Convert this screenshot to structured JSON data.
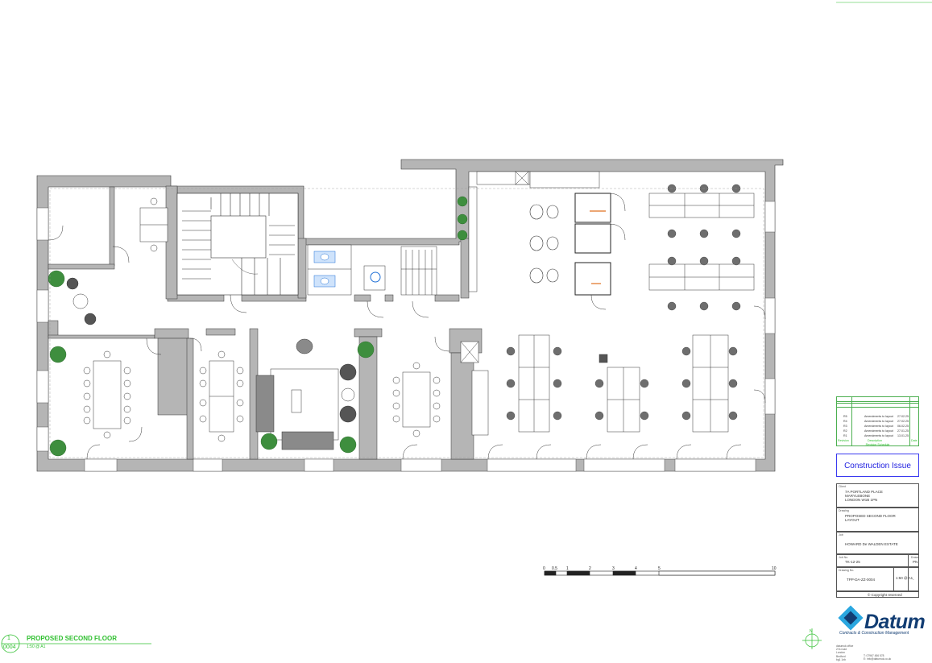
{
  "drawing": {
    "view_number": "1",
    "sheet_ref": "0004",
    "view_title": "PROPOSED SECOND FLOOR",
    "view_scale": "1:50 @ A1"
  },
  "scale_bar": {
    "ticks": [
      "0",
      "0.5",
      "1",
      "2",
      "3",
      "4",
      "5",
      "10"
    ]
  },
  "revisions": {
    "rows": [
      {
        "rev": "R5",
        "desc": "Amendments to layout",
        "date": "27.02.25"
      },
      {
        "rev": "R4",
        "desc": "Amendments to layout",
        "date": "27.02.25"
      },
      {
        "rev": "R3",
        "desc": "Amendments to layout",
        "date": "06.02.25"
      },
      {
        "rev": "R2",
        "desc": "Amendments to layout",
        "date": "27.01.25"
      },
      {
        "rev": "R1",
        "desc": "Amendments to layout",
        "date": "13.01.25"
      }
    ],
    "header": {
      "rev": "Revision",
      "desc": "Description",
      "date": "Date"
    },
    "title": "Revision Schedule"
  },
  "status": "Construction Issue",
  "title_block": {
    "client_label": "Client",
    "address_lines": [
      "7A PORTLAND PLACE",
      "MARYLEBONE",
      "LONDON W1B 1PN"
    ],
    "drawing_label": "Drawing",
    "drawing_title_lines": [
      "PROPOSED SECOND FLOOR",
      "LAYOUT"
    ],
    "project_label": "Job",
    "project": "HOWARD De WALDEN ESTATE",
    "job_no_label": "Job No.",
    "job_no": "TK-12-25",
    "drawn_label": "Drawn",
    "drawn": "PN",
    "drawing_no_label": "Drawing No.",
    "drawing_no": "TPP-DA-ZZ-0004",
    "scale": "1:50 @ A1",
    "rev": "-",
    "copyright": "© Copyright reserved"
  },
  "brand": {
    "name": "Datum",
    "tagline": "Contracts & Construction Management",
    "footer_lines": [
      "datumuk office",
      "27a road",
      "London",
      "Bedford",
      "bg1 1nb"
    ],
    "contact_lines": [
      "T: 07967 456 578",
      "E: info@datumuk.co.uk"
    ],
    "color": "#123d73"
  },
  "colors": {
    "annotation_green": "#2fbf2f",
    "wall_grey": "#b5b5b5",
    "status_blue": "#2020e0",
    "wc_blue": "#1e6fd6",
    "plant_green": "#3e8e3e"
  }
}
